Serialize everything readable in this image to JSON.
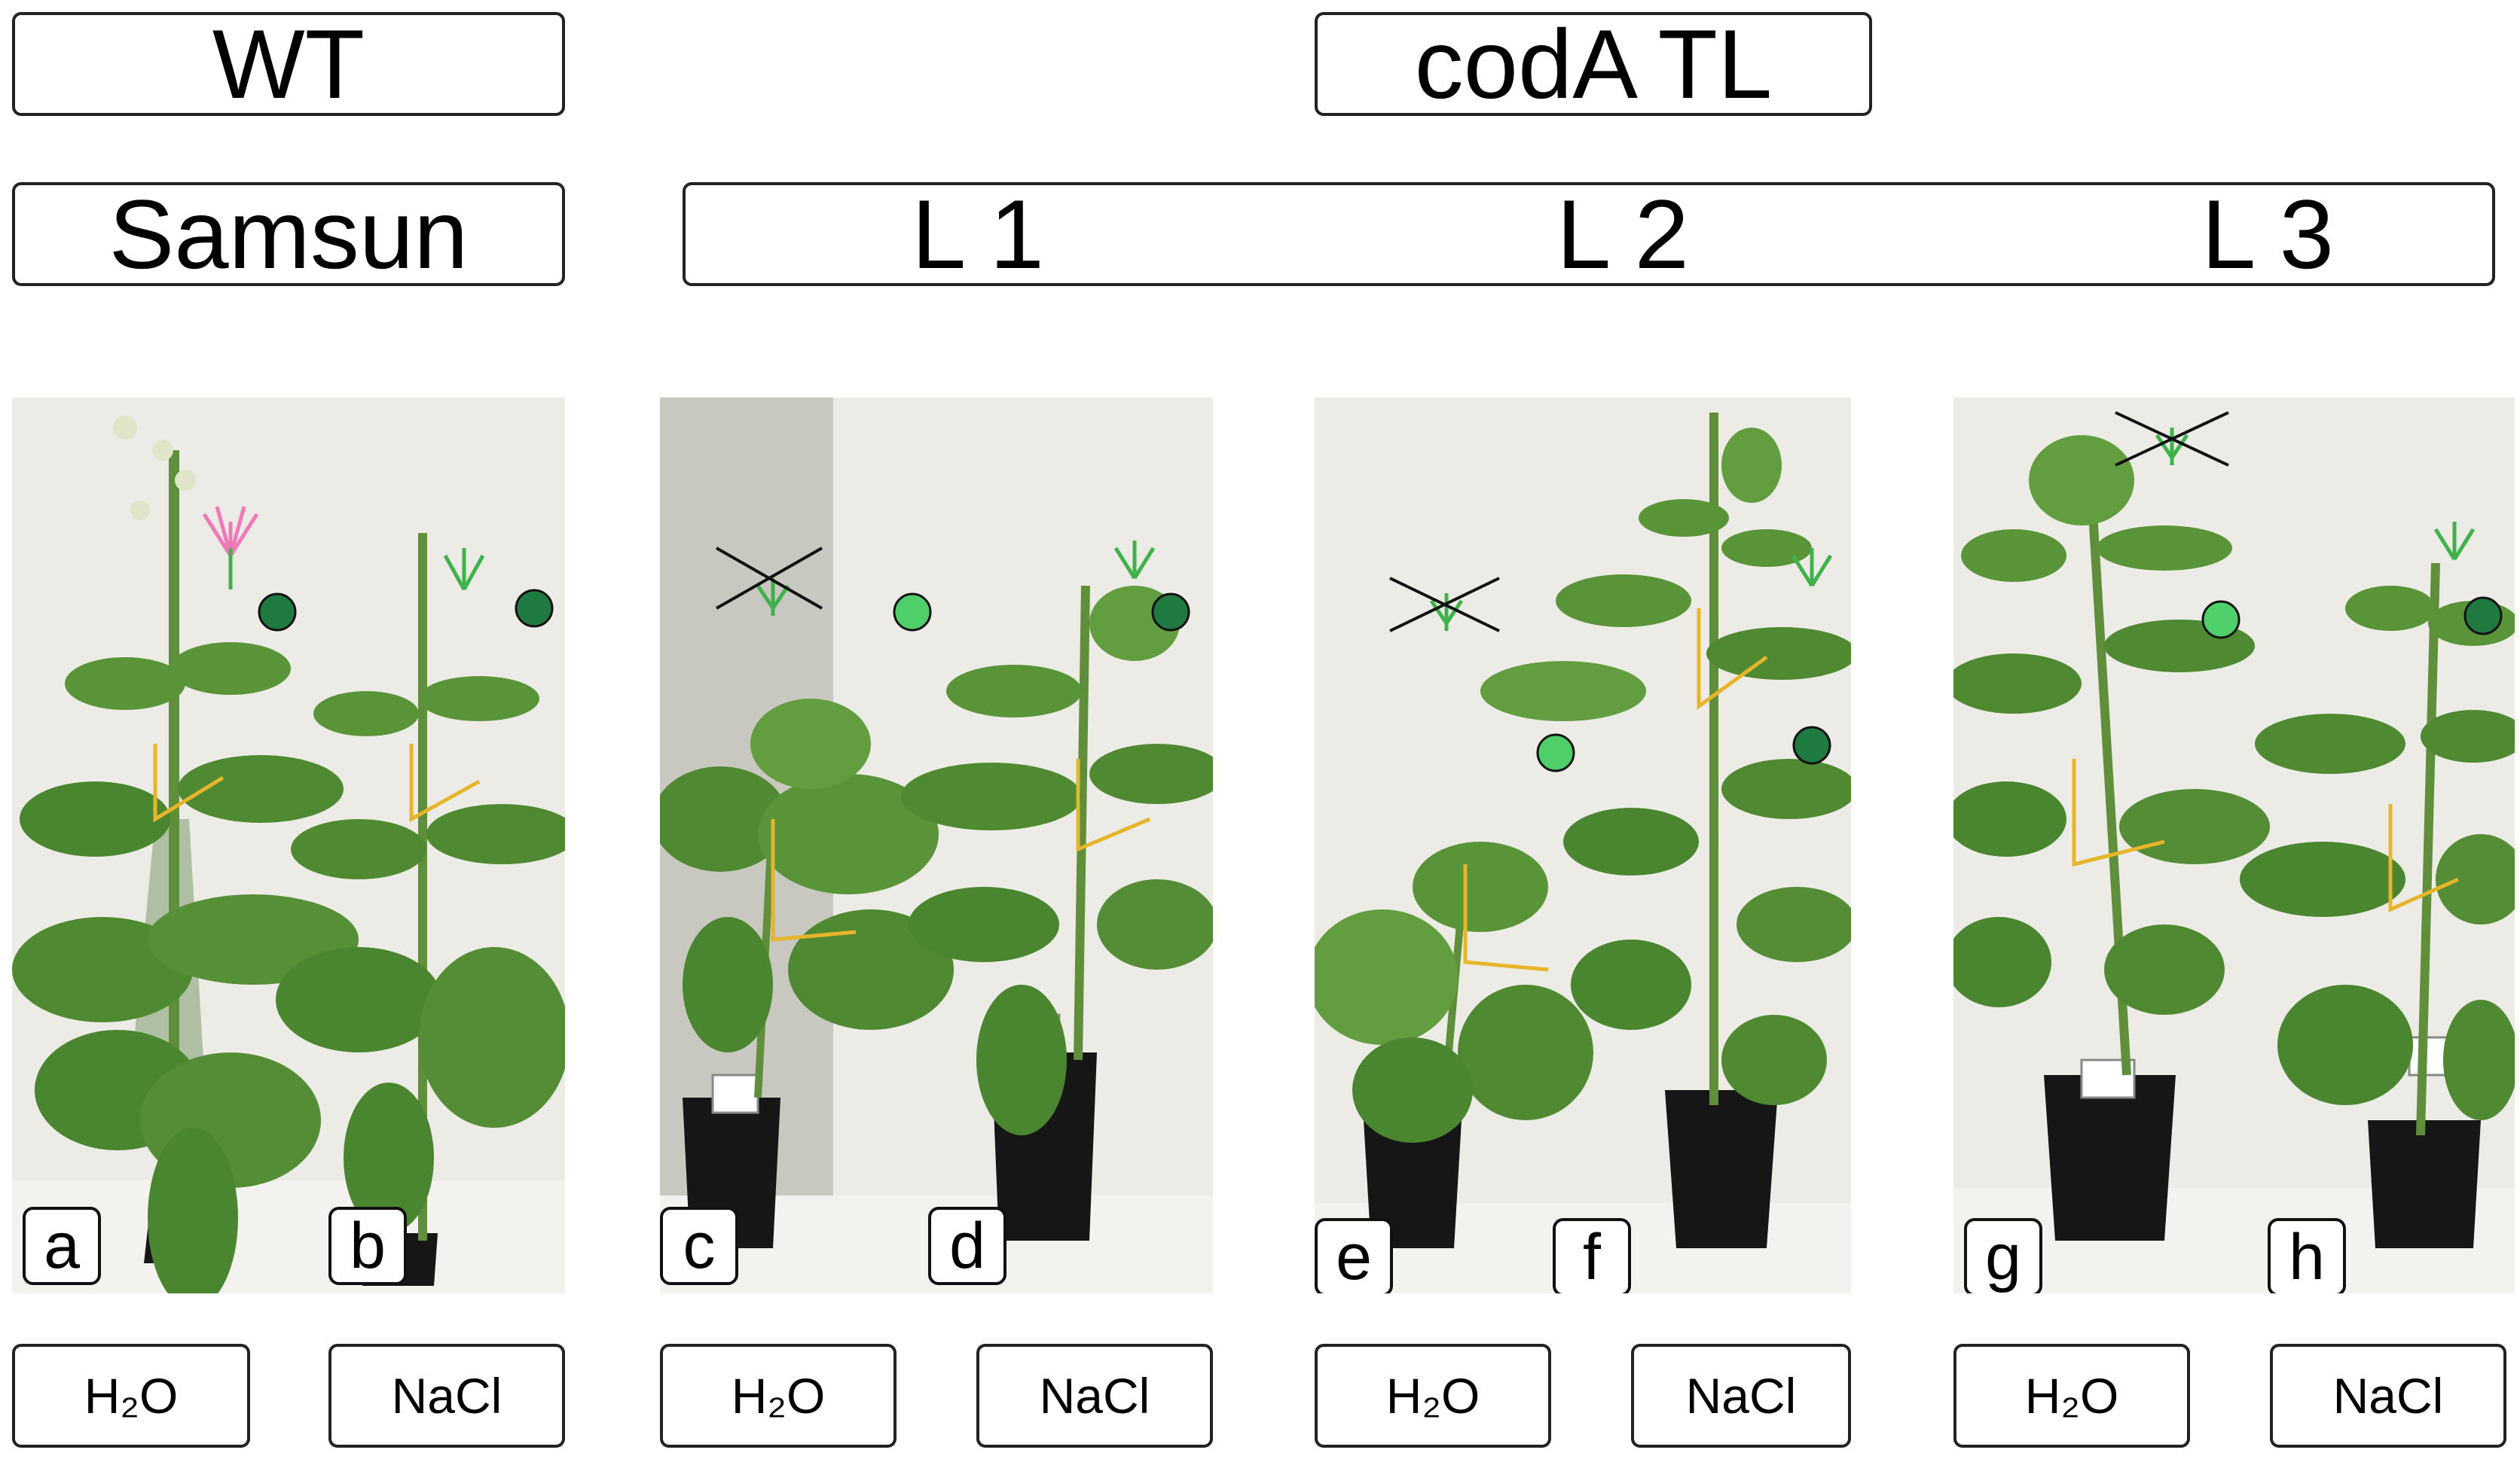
{
  "headers": {
    "wt": "WT",
    "transgenic": "codA TL",
    "wt_line": "Samsun"
  },
  "lines": [
    "L 1",
    "L 2",
    "L 3"
  ],
  "conditions": [
    "H₂O",
    "NaCl",
    "H₂O",
    "NaCl",
    "H₂O",
    "NaCl",
    "H₂O",
    "NaCl"
  ],
  "panels": [
    "a",
    "b",
    "c",
    "d",
    "e",
    "f",
    "g",
    "h"
  ],
  "colors": {
    "leaf": "#4f8a32",
    "stem": "#5f8f3a",
    "pot": "#161616",
    "marker_yellow": "#e6b52a",
    "dot_light": "#4fcf6a",
    "dot_dark": "#1f7a42",
    "flower_pink": "#f07ab8"
  },
  "plants": [
    {
      "panel": "a",
      "condition": "H₂O",
      "flowering": true,
      "dot": "dark"
    },
    {
      "panel": "b",
      "condition": "NaCl",
      "flowering": true,
      "dot": "dark"
    },
    {
      "panel": "c",
      "condition": "H₂O",
      "flowering": false,
      "dot": "light"
    },
    {
      "panel": "d",
      "condition": "NaCl",
      "flowering": true,
      "dot": "dark"
    },
    {
      "panel": "e",
      "condition": "H₂O",
      "flowering": false,
      "dot": "light"
    },
    {
      "panel": "f",
      "condition": "NaCl",
      "flowering": true,
      "dot": "dark"
    },
    {
      "panel": "g",
      "condition": "H₂O",
      "flowering": false,
      "dot": "light"
    },
    {
      "panel": "h",
      "condition": "NaCl",
      "flowering": true,
      "dot": "dark"
    }
  ]
}
